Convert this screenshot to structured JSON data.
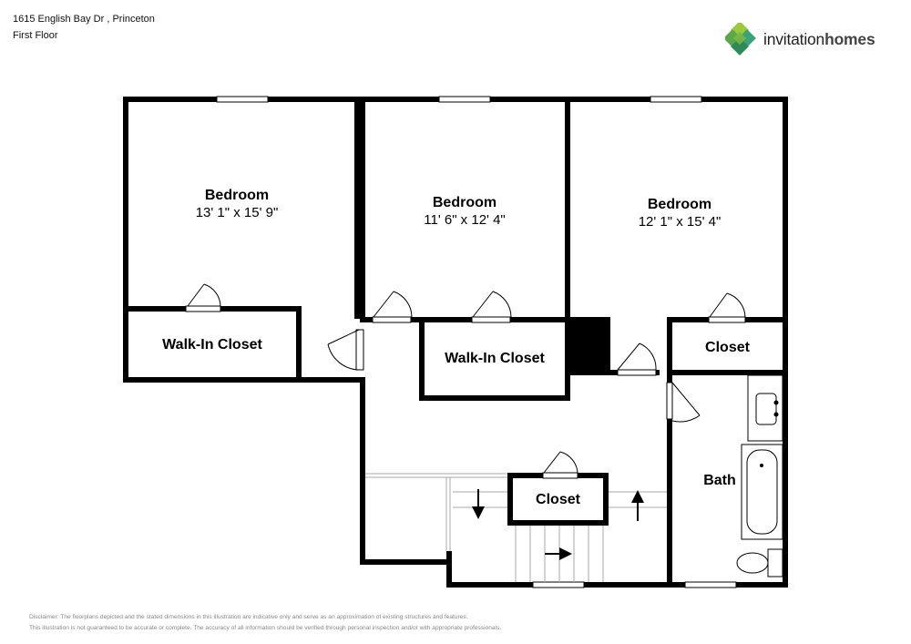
{
  "header": {
    "address": "1615 English Bay Dr , Princeton",
    "floor": "First Floor"
  },
  "brand": {
    "name_part1": "invitation",
    "name_part2": "homes",
    "colors": {
      "primary": "#7ab648",
      "dark": "#2e8b57",
      "teal": "#3aa37a"
    }
  },
  "rooms": {
    "bedroom1": {
      "name": "Bedroom",
      "dims": "13' 1\" x 15' 9\""
    },
    "bedroom2": {
      "name": "Bedroom",
      "dims": "11' 6\" x 12' 4\""
    },
    "bedroom3": {
      "name": "Bedroom",
      "dims": "12' 1\" x 15' 4\""
    },
    "walkin1": {
      "name": "Walk-In Closet"
    },
    "walkin2": {
      "name": "Walk-In Closet"
    },
    "closet_right": {
      "name": "Closet"
    },
    "closet_stair": {
      "name": "Closet"
    },
    "bath": {
      "name": "Bath"
    }
  },
  "disclaimer": {
    "line1": "Disclaimer: The floorplans depicted and the stated dimensions in this illustration are indicative only and serve as an approximation of existing structures and features.",
    "line2": "This illustration is not guaranteed to be accurate or complete. The accuracy of all information should be verified through personal inspection and/or with appropriate professionals."
  }
}
